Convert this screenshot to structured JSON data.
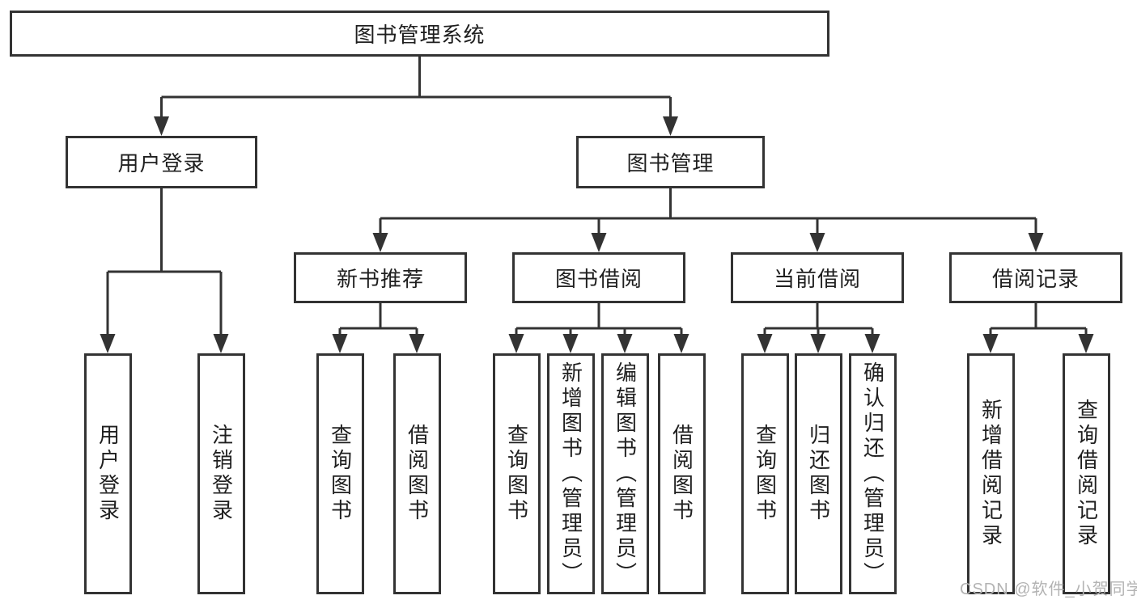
{
  "diagram": {
    "nodes": {
      "root": {
        "id": "library-management-system",
        "label": "图书管理系统"
      },
      "level1": [
        {
          "id": "user-login",
          "label": "用户登录",
          "parent": "library-management-system"
        },
        {
          "id": "book-management",
          "label": "图书管理",
          "parent": "library-management-system"
        }
      ],
      "level2": [
        {
          "id": "new-book-recommend",
          "label": "新书推荐",
          "parent": "book-management"
        },
        {
          "id": "book-borrow",
          "label": "图书借阅",
          "parent": "book-management"
        },
        {
          "id": "current-borrow",
          "label": "当前借阅",
          "parent": "book-management"
        },
        {
          "id": "borrow-records",
          "label": "借阅记录",
          "parent": "book-management"
        }
      ],
      "leaves": [
        {
          "id": "leaf-user-login",
          "label": "用户登录",
          "parent": "user-login"
        },
        {
          "id": "leaf-logout",
          "label": "注销登录",
          "parent": "user-login"
        },
        {
          "id": "leaf-query-books-1",
          "label": "查询图书",
          "parent": "new-book-recommend"
        },
        {
          "id": "leaf-borrow-books-1",
          "label": "借阅图书",
          "parent": "new-book-recommend"
        },
        {
          "id": "leaf-query-books-2",
          "label": "查询图书",
          "parent": "book-borrow"
        },
        {
          "id": "leaf-add-book-admin",
          "label": "新增图书（管理员）",
          "parent": "book-borrow"
        },
        {
          "id": "leaf-edit-book-admin",
          "label": "编辑图书（管理员）",
          "parent": "book-borrow"
        },
        {
          "id": "leaf-borrow-books-2",
          "label": "借阅图书",
          "parent": "book-borrow"
        },
        {
          "id": "leaf-query-books-3",
          "label": "查询图书",
          "parent": "current-borrow"
        },
        {
          "id": "leaf-return-book",
          "label": "归还图书",
          "parent": "current-borrow"
        },
        {
          "id": "leaf-confirm-return-admin",
          "label": "确认归还（管理员）",
          "parent": "current-borrow"
        },
        {
          "id": "leaf-add-borrow-record",
          "label": "新增借阅记录",
          "parent": "borrow-records"
        },
        {
          "id": "leaf-query-borrow-record",
          "label": "查询借阅记录",
          "parent": "borrow-records"
        }
      ]
    }
  },
  "watermark": "CSDN @软件_小贺同学",
  "colors": {
    "line": "#333333",
    "text": "#1f1f1f",
    "watermark": "#b3b3b3",
    "background": "#ffffff"
  }
}
